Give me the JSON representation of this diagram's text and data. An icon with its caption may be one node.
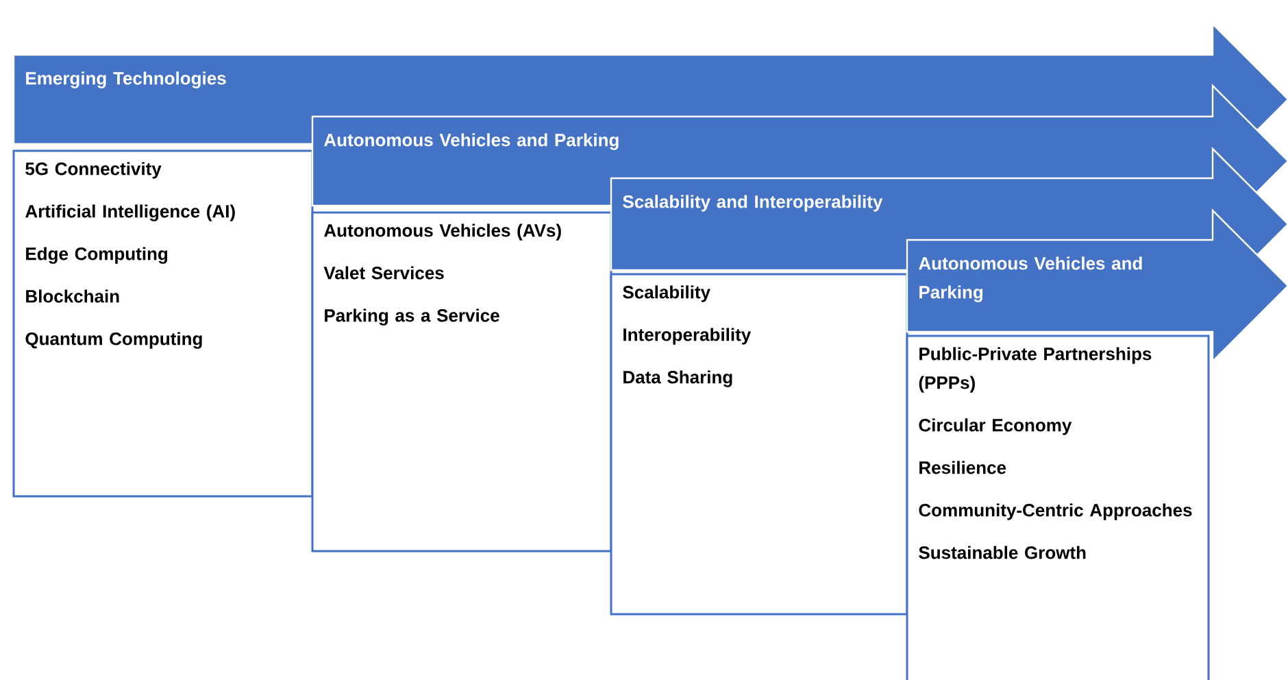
{
  "diagram": {
    "nodes": [
      {
        "text": [
          "Emerging Technologies"
        ]
      },
      {
        "text": [
          "5G Connectivity",
          "Artificial Intelligence (AI)",
          "Edge Computing",
          "Blockchain",
          "Quantum Computing"
        ]
      },
      {
        "text": [
          "Autonomous Vehicles and Parking"
        ]
      },
      {
        "text": [
          "Autonomous Vehicles (AVs)",
          "Valet Services",
          "Parking as a Service"
        ]
      },
      {
        "text": [
          "Scalability and Interoperability"
        ]
      },
      {
        "text": [
          "Scalability",
          "Interoperability",
          "Data Sharing"
        ]
      },
      {
        "text": [
          "Autonomous Vehicles and Parking"
        ]
      },
      {
        "text": [
          "Public-Private Partnerships (PPPs)",
          "Circular Economy",
          "Resilience",
          "Community-Centric Approaches",
          "Sustainable Growth"
        ]
      }
    ]
  }
}
